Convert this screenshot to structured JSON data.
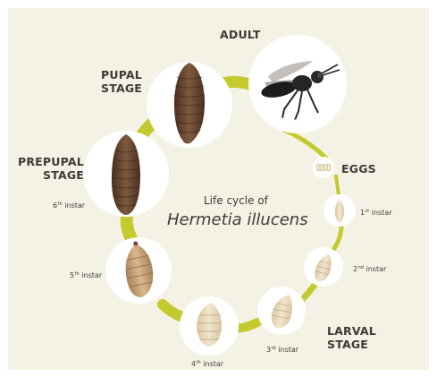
{
  "title": {
    "line1": "Life cycle of",
    "line2": "Hermetia illucens"
  },
  "stages": {
    "adult": "ADULT",
    "pupal": [
      "PUPAL",
      "STAGE"
    ],
    "prepupal": [
      "PREPUPAL",
      "STAGE"
    ],
    "eggs": "EGGS",
    "larval": [
      "LARVAL",
      "STAGE"
    ]
  },
  "instars": {
    "first": {
      "num": "1",
      "sup": "st",
      "word": " instar"
    },
    "second": {
      "num": "2",
      "sup": "nd",
      "word": " instar"
    },
    "third": {
      "num": "3",
      "sup": "rd",
      "word": " instar"
    },
    "fourth": {
      "num": "4",
      "sup": "th",
      "word": " instar"
    },
    "fifth": {
      "num": "5",
      "sup": "th",
      "word": " instar"
    },
    "sixth": {
      "num": "6",
      "sup": "th",
      "word": " instar"
    }
  },
  "colors": {
    "background": "#f4f2e4",
    "ring": "#c4ca2e",
    "text": "#3f3a36",
    "larva": "#c9a477",
    "prepupa": "#6b4a34",
    "pupa": "#5e3a2c"
  }
}
